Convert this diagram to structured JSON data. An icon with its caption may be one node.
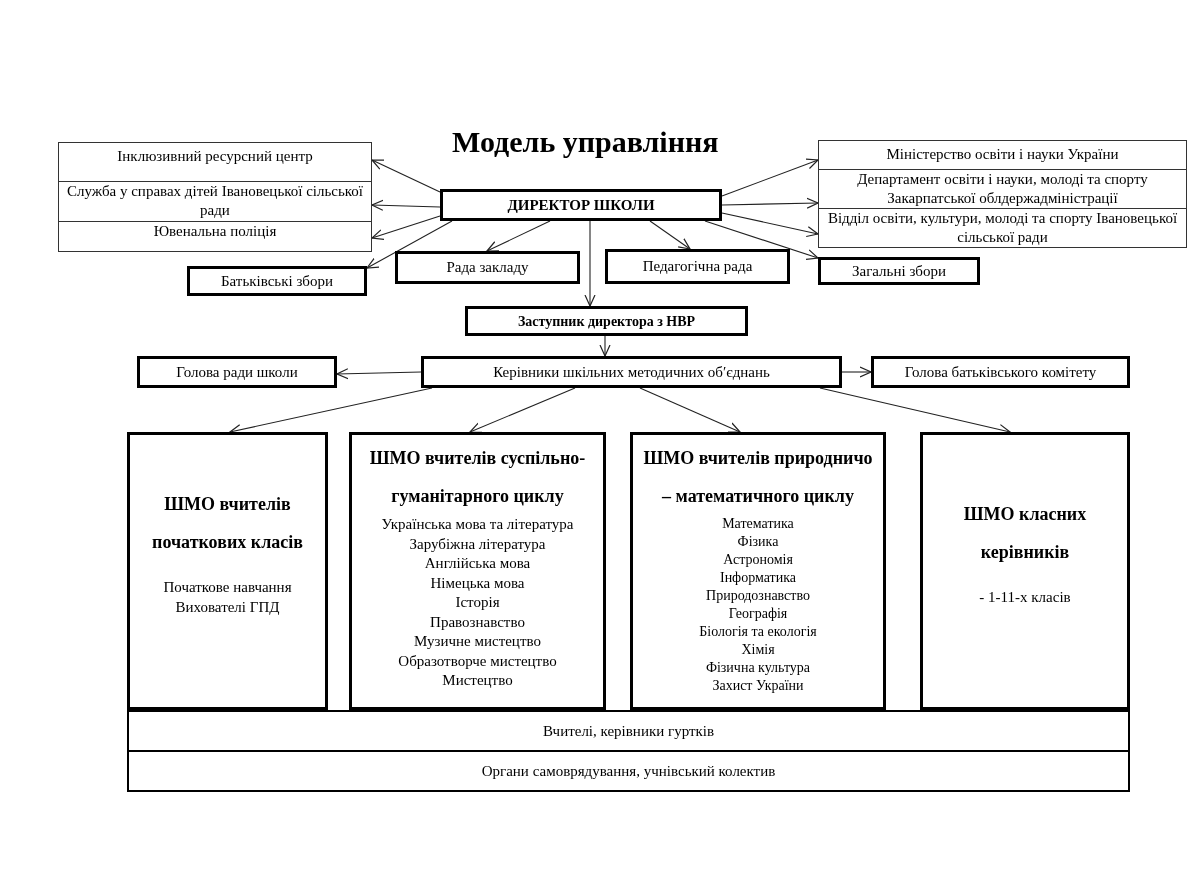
{
  "diagram": {
    "title": "Модель управління",
    "nodes": [
      {
        "text": [
          "Інклюзивний ресурсний центр"
        ]
      },
      {
        "text": [
          "Служба у справах дітей Івановецької сільської ради"
        ]
      },
      {
        "text": [
          "Ювенальна поліція"
        ]
      },
      {
        "text": [
          "Міністерство освіти і науки України"
        ]
      },
      {
        "text": [
          "Департамент освіти і науки, молоді та спорту Закарпатської облдержадміністрації"
        ]
      },
      {
        "text": [
          "Відділ освіти, культури, молоді та спорту Івановецької сільської ради"
        ]
      },
      {
        "text": [
          "ДИРЕКТОР ШКОЛИ"
        ]
      },
      {
        "text": [
          "Батьківські збори"
        ]
      },
      {
        "text": [
          "Рада закладу"
        ]
      },
      {
        "text": [
          "Педагогічна рада"
        ]
      },
      {
        "text": [
          "Загальні збори"
        ]
      },
      {
        "text": [
          "Заступник директора з НВР"
        ]
      },
      {
        "text": [
          "Голова ради школи"
        ]
      },
      {
        "text": [
          "Керівники шкільних методичних об′єднань"
        ]
      },
      {
        "text": [
          "Голова батьківського комітету"
        ]
      },
      {
        "text": [
          "ШМО вчителів початкових класів",
          "Початкове навчання",
          "Вихователі ГПД"
        ]
      },
      {
        "text": [
          "ШМО вчителів суспільно-гуманітарного циклу",
          "Українська мова та література",
          "Зарубіжна література",
          "Англійська мова",
          "Німецька мова",
          "Історія",
          "Правознавство",
          "Музичне мистецтво",
          "Образотворче мистецтво",
          "Мистецтво"
        ]
      },
      {
        "text": [
          "ШМО вчителів природничо – математичного циклу",
          "Математика",
          "Фізика",
          "Астрономія",
          "Інформатика",
          "Природознавство",
          "Географія",
          "Біологія та екологія",
          "Хімія",
          "Фізична культура",
          "Захист України"
        ]
      },
      {
        "text": [
          "ШМО класних керівників",
          "- 1-11-х класів"
        ]
      },
      {
        "text": [
          "Вчителі, керівники гуртків"
        ]
      },
      {
        "text": [
          "Органи самоврядування, учнівський колектив"
        ]
      }
    ],
    "edges": [
      {
        "from": 6,
        "to": 0,
        "arrow": "to"
      },
      {
        "from": 6,
        "to": 1,
        "arrow": "to"
      },
      {
        "from": 6,
        "to": 2,
        "arrow": "to"
      },
      {
        "from": 6,
        "to": 7,
        "arrow": "to"
      },
      {
        "from": 6,
        "to": 8,
        "arrow": "to"
      },
      {
        "from": 6,
        "to": 9,
        "arrow": "to"
      },
      {
        "from": 6,
        "to": 3,
        "arrow": "to"
      },
      {
        "from": 6,
        "to": 4,
        "arrow": "to"
      },
      {
        "from": 6,
        "to": 5,
        "arrow": "to"
      },
      {
        "from": 6,
        "to": 10,
        "arrow": "to"
      },
      {
        "from": 6,
        "to": 11,
        "arrow": "to"
      },
      {
        "from": 11,
        "to": 13,
        "arrow": "to"
      },
      {
        "from": 13,
        "to": 12,
        "arrow": "to"
      },
      {
        "from": 13,
        "to": 14,
        "arrow": "to"
      },
      {
        "from": 13,
        "to": 15,
        "arrow": "to"
      },
      {
        "from": 13,
        "to": 16,
        "arrow": "to"
      },
      {
        "from": 13,
        "to": 17,
        "arrow": "to"
      },
      {
        "from": 13,
        "to": 18,
        "arrow": "to"
      }
    ]
  }
}
